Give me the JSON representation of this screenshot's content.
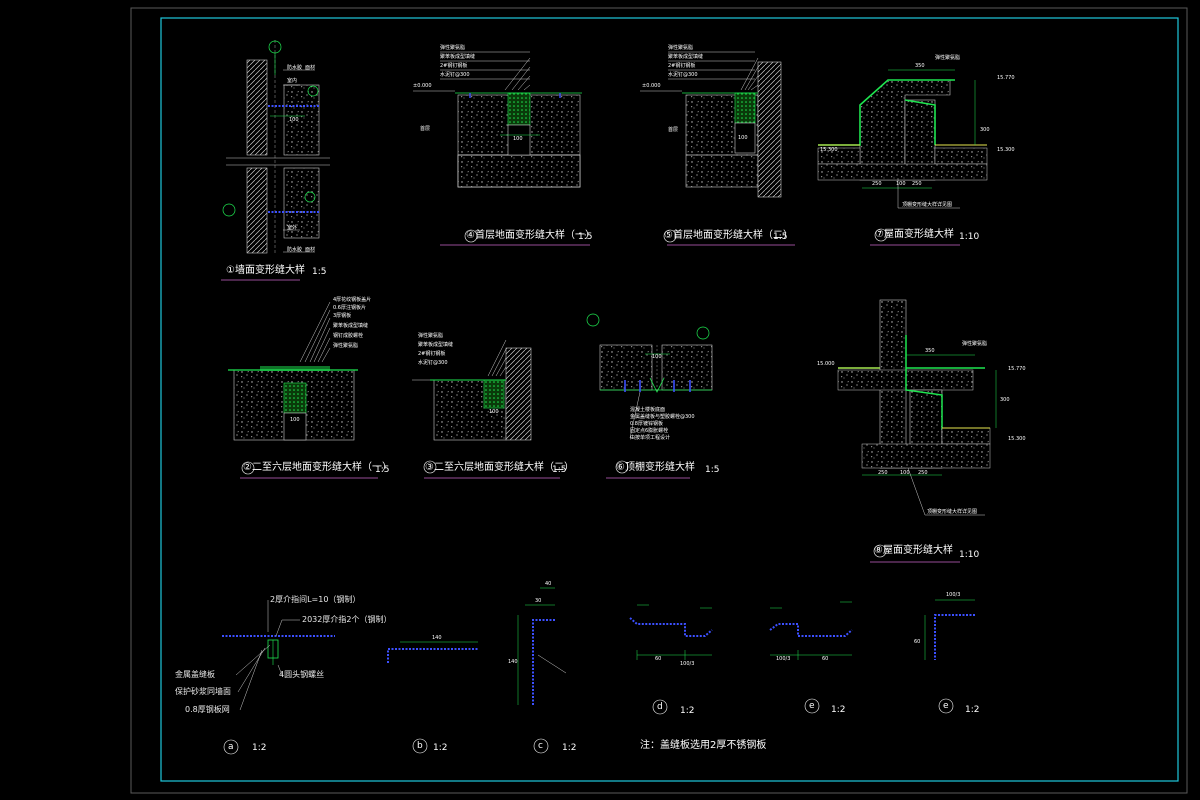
{
  "colors": {
    "background": "#000000",
    "outer_frame": "#5a5a5a",
    "inner_frame": "#1ec8dc",
    "wall_hatch": "#c8c8c8",
    "dim_green": "#1ee650",
    "bolt_blue": "#3c50ff",
    "leader_white": "#ffffff",
    "title_underline": "#c864c8",
    "insulation_yellow": "#e8e850"
  },
  "details": {
    "d1": {
      "num": "①",
      "title": "墙面变形缝大样",
      "scale": "1:5",
      "notes": [
        "室内",
        "室外",
        "防水胶",
        "面材"
      ]
    },
    "d2": {
      "num": "②",
      "title": "二至六层地面变形缝大样（一）",
      "scale": "1:5",
      "notes": [
        "4厚花纹钢板盖片",
        "0.6厚注钢板片",
        "3厚钢板",
        "聚苯板成型填缝",
        "钢钉成胶螺栓",
        "弹性聚氨脂"
      ]
    },
    "d3": {
      "num": "③",
      "title": "二至六层地面变形缝大样（二）",
      "scale": "1:5",
      "notes": [
        "弹性聚氨脂",
        "聚苯板成型填缝",
        "2#钢钉钢板",
        "水泥钉@300"
      ]
    },
    "d4": {
      "num": "④",
      "title": "首层地面变形缝大样（一）",
      "scale": "1:5",
      "notes": [
        "弹性聚氨脂",
        "聚苯板成型填缝",
        "2#钢钉钢板",
        "水泥钉@300",
        "首层"
      ]
    },
    "d5": {
      "num": "⑤",
      "title": "首层地面变形缝大样（二）",
      "scale": "1:5",
      "notes": [
        "弹性聚氨脂",
        "聚苯板成型填缝",
        "2#钢钉钢板",
        "水泥钉@300",
        "首层"
      ]
    },
    "d6": {
      "num": "⑥",
      "title": "顶棚变形缝大样",
      "scale": "1:5",
      "notes": [
        "混凝土楼板底面",
        "金属盖缝板与塑胶螺栓@300",
        "0.8厚镀锌钢板",
        "固定点6膨胀螺栓",
        "由按单项工程设计"
      ]
    },
    "d7": {
      "num": "⑦",
      "title": "屋面变形缝大样",
      "scale": "1:10",
      "notes": [
        "弹性聚氨脂",
        "顶棚变形缝大样详见图"
      ]
    },
    "d8": {
      "num": "⑧",
      "title": "屋面变形缝大样",
      "scale": "1:10",
      "notes": [
        "弹性聚氨脂",
        "顶棚变形缝大样详见图"
      ]
    }
  },
  "sub_details": {
    "a": {
      "label": "a",
      "scale": "1:2",
      "notes": [
        "2厚介指间L=10（钢制）",
        "2032厚介指2个（钢制）",
        "金属盖缝板",
        "保护砂浆同墙面",
        "0.8厚钢板网",
        "4圆头钢螺丝"
      ]
    },
    "b": {
      "label": "b",
      "scale": "1:2"
    },
    "c": {
      "label": "c",
      "scale": "1:2"
    },
    "d": {
      "label": "d",
      "scale": "1:2"
    },
    "e1": {
      "label": "e",
      "scale": "1:2"
    },
    "e2": {
      "label": "e",
      "scale": "1:2"
    }
  },
  "dims": {
    "d1_100": "100",
    "d4_100": "100",
    "d4_elev": "±0.000",
    "d5_100": "100",
    "d5_elev": "±0.000",
    "d2_100": "100",
    "d3_100": "100",
    "d6_100": "100",
    "d7_top": "350",
    "d7_left": "250",
    "d7_mid": "100",
    "d7_right": "250",
    "d7_elev_l": "15.300",
    "d7_elev_r": "15.300",
    "d7_elev_top": "15.770",
    "d7_h": "300",
    "d8_top": "350",
    "d8_left": "250",
    "d8_mid": "100",
    "d8_right": "250",
    "d8_elev_l": "15.000",
    "d8_elev_r": "15.770",
    "d8_elev_b": "15.300",
    "d8_h": "300",
    "b_140": "140",
    "c_40": "40",
    "c_30": "30",
    "c_140": "140",
    "d_60": "60",
    "d_100": "100/3",
    "e1_60": "60",
    "e1_100": "100/3",
    "e2_top": "100/3",
    "e2_60": "60"
  },
  "note": "注：盖缝板选用2厚不锈钢板"
}
